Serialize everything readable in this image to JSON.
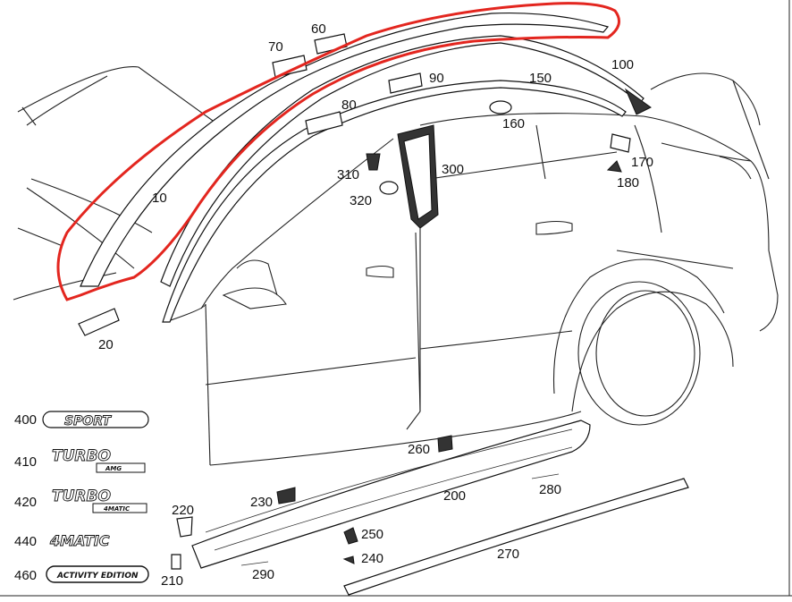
{
  "diagram": {
    "highlight_color": "#e3261f",
    "callouts": {
      "p10": "10",
      "p20": "20",
      "p60": "60",
      "p70": "70",
      "p80": "80",
      "p90": "90",
      "p100": "100",
      "p150": "150",
      "p160": "160",
      "p170": "170",
      "p180": "180",
      "p200": "200",
      "p210": "210",
      "p220": "220",
      "p230": "230",
      "p240": "240",
      "p250": "250",
      "p260": "260",
      "p270": "270",
      "p280": "280",
      "p290": "290",
      "p300": "300",
      "p310": "310",
      "p320": "320"
    },
    "emblems": [
      {
        "number": "400",
        "text": "SPORT",
        "sub": ""
      },
      {
        "number": "410",
        "text": "TURBO",
        "sub": "AMG"
      },
      {
        "number": "420",
        "text": "TURBO",
        "sub": "4MATIC"
      },
      {
        "number": "440",
        "text": "4MATIC",
        "sub": ""
      },
      {
        "number": "460",
        "text": "ACTIVITY EDITION",
        "sub": ""
      }
    ]
  }
}
